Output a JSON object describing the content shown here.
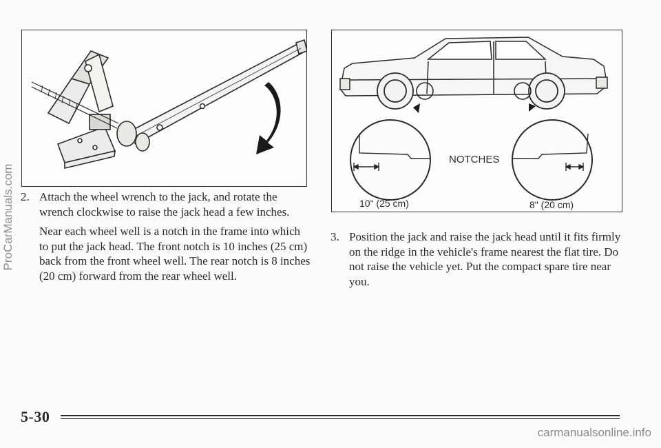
{
  "figures": {
    "car": {
      "notches_label": "NOTCHES",
      "front_measure": "10\" (25 cm)",
      "rear_measure": "8\" (20 cm)"
    }
  },
  "steps": {
    "step2": {
      "number": "2.",
      "text": "Attach the wheel wrench to the jack, and rotate the wrench clockwise to raise the jack head a few inches."
    },
    "notch_paragraph": "Near each wheel well is a notch in the frame into which to put the jack head. The front notch is 10 inches (25 cm) back from the front wheel well. The rear notch is 8 inches (20 cm) forward from the rear wheel well.",
    "step3": {
      "number": "3.",
      "text": "Position the jack and raise the jack head until it fits firmly on the ridge in the vehicle's frame nearest the flat tire. Do not raise the vehicle yet. Put the compact spare tire near you."
    }
  },
  "footer": {
    "page_number": "5-30"
  },
  "watermarks": {
    "side": "ProCarManuals.com",
    "bottom": "carmanualsonline.info"
  }
}
